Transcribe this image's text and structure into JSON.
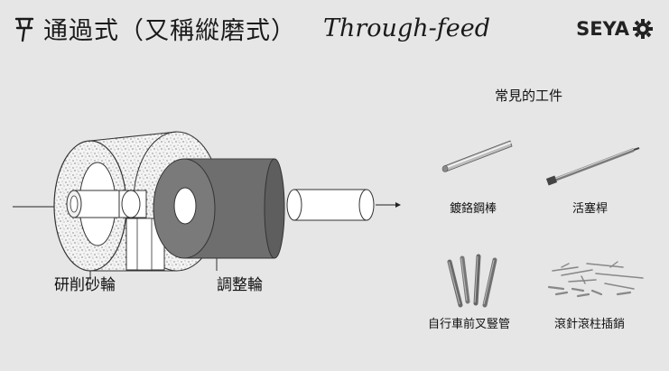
{
  "header": {
    "title_zh": "通過式（又稱縱磨式）",
    "title_en": "Through-feed"
  },
  "brand": {
    "name": "SEYA"
  },
  "diagram": {
    "grinding_wheel_label": "研削砂輪",
    "regulating_wheel_label": "調整輪"
  },
  "workpieces": {
    "heading": "常見的工件",
    "items": [
      {
        "label": "鍍鉻鋼棒"
      },
      {
        "label": "活塞桿"
      },
      {
        "label": "自行車前叉豎管"
      },
      {
        "label": "滾針滾柱插銷"
      }
    ]
  },
  "colors": {
    "background": "#e6e6e6",
    "regulating_wheel": "#6e6e6e",
    "grinding_wheel": "#f2f2f2"
  }
}
